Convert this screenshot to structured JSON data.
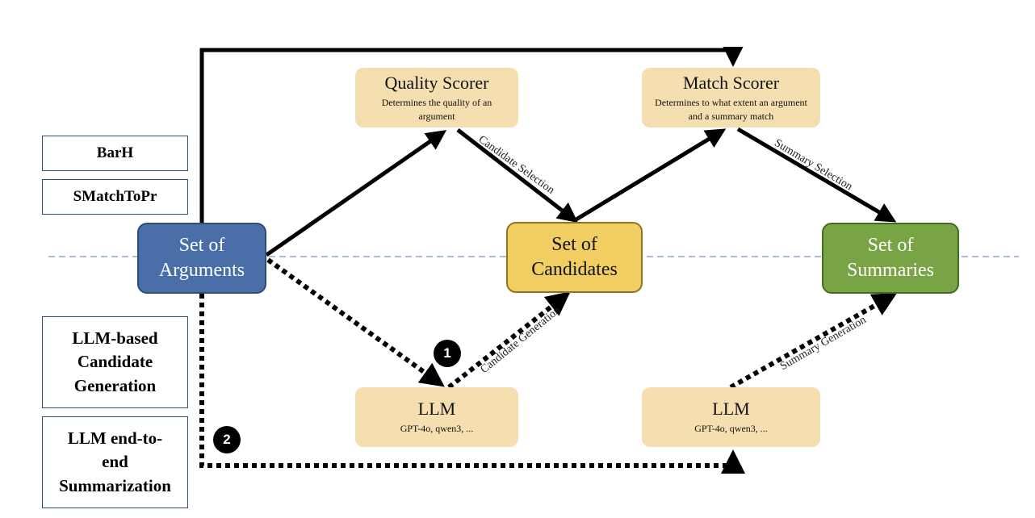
{
  "legend": {
    "barh": "BarH",
    "smatch": "SMatchToPr",
    "llm_candidate": "LLM-based Candidate Generation",
    "llm_e2e": "LLM end-to-end Summarization"
  },
  "nodes": {
    "arguments": "Set of Arguments",
    "candidates": "Set of Candidates",
    "summaries": "Set of Summaries",
    "quality_title": "Quality Scorer",
    "quality_sub": "Determines the quality of an argument",
    "match_title": "Match Scorer",
    "match_sub": "Determines to what extent an argument and a summary match",
    "llm1_title": "LLM",
    "llm1_sub": "GPT-4o, qwen3, ...",
    "llm2_title": "LLM",
    "llm2_sub": "GPT-4o, qwen3, ..."
  },
  "edges": {
    "candidate_selection": "Candidate Selection",
    "summary_selection": "Summary Selection",
    "candidate_generation": "Candidate Generation",
    "summary_generation": "Summary Generation"
  },
  "badges": {
    "one": "1",
    "two": "2"
  },
  "colors": {
    "arguments": "#4a6fa8",
    "candidates": "#f2ce62",
    "summaries": "#78a446",
    "scorer": "#f5deb0",
    "separator": "#7a95c6"
  }
}
